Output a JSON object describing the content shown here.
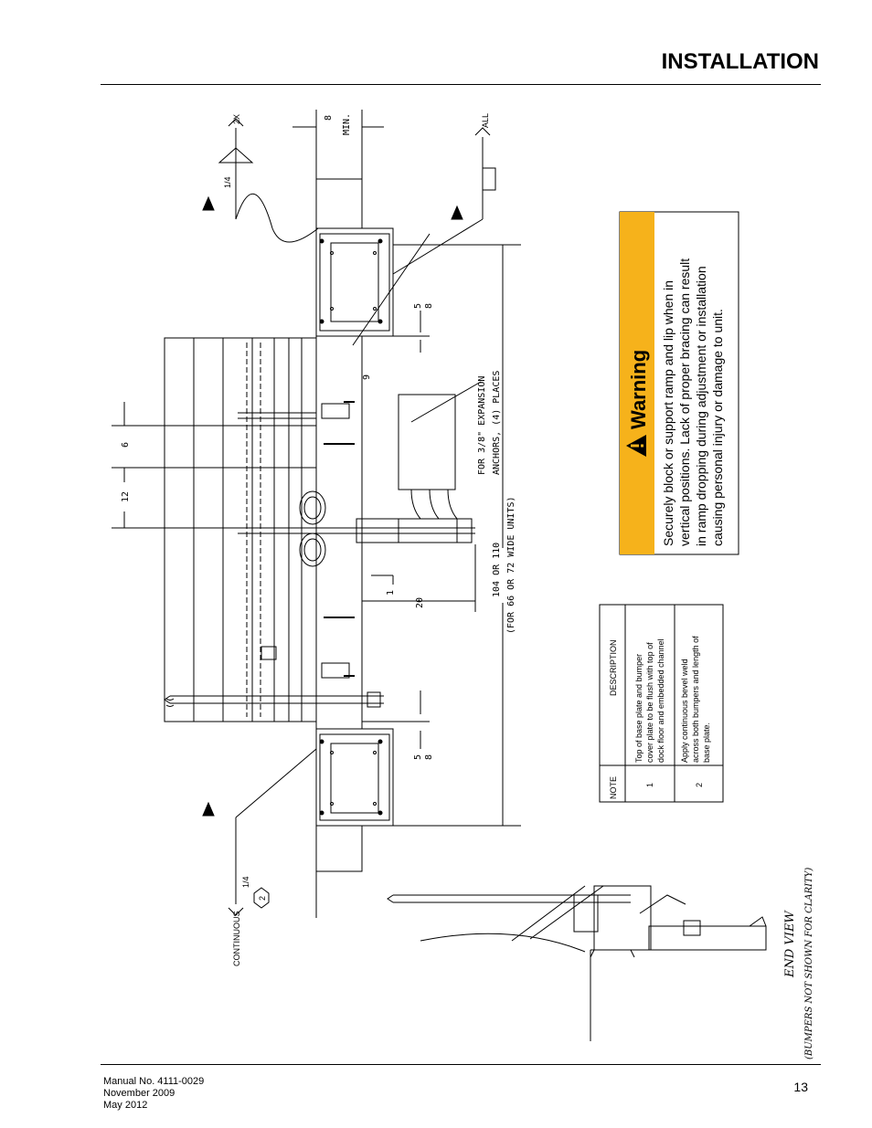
{
  "header": {
    "title": "INSTALLATION"
  },
  "footer": {
    "manual_no": "Manual No. 4111-0029",
    "date1": "November 2009",
    "date2": "May 2012",
    "page": "13"
  },
  "drawing": {
    "dim_8": "8",
    "dim_min": "MIN.",
    "weld_2x": "2X",
    "weld_all": "ALL",
    "weld_quarter_top": "1/4",
    "weld_quarter_bottom": "1/4",
    "weld_continuous": "CONTINUOUS",
    "weld_note_num": "2",
    "dim_5_8_top": "5",
    "dim_5_8_top_den": "8",
    "dim_5_8_bottom": "5",
    "dim_5_8_bottom_den": "8",
    "dim_9": "9",
    "dim_6": "6",
    "dim_12": "12",
    "dim_20": "20",
    "dim_1": "1",
    "expansion_line1": "FOR 3/8\" EXPANSION",
    "expansion_line2": "ANCHORS, (4) PLACES",
    "width_line1": "104 OR 110",
    "width_line2": "(FOR 66 OR 72 WIDE UNITS)",
    "end_view": "END VIEW",
    "end_view_sub": "(BUMPERS NOT SHOWN FOR CLARITY)"
  },
  "warning": {
    "heading": "Warning",
    "line1": "Securely block or support ramp and lip when in",
    "line2": "vertical positions. Lack of proper bracing can result",
    "line3": "in ramp dropping during adjustment or installation",
    "line4": "causing personal injury or damage to unit.",
    "color": "#f6b21b"
  },
  "notes_table": {
    "header_note": "NOTE",
    "header_desc": "DESCRIPTION",
    "row1_num": "1",
    "row1_l1": "Top of base plate and bumper",
    "row1_l2": "cover plate to be flush with top of",
    "row1_l3": "dock floor and embedded channel",
    "row2_num": "2",
    "row2_l1": "Apply continuous bevel weld",
    "row2_l2": "across both bumpers and length of",
    "row2_l3": "base plate."
  }
}
